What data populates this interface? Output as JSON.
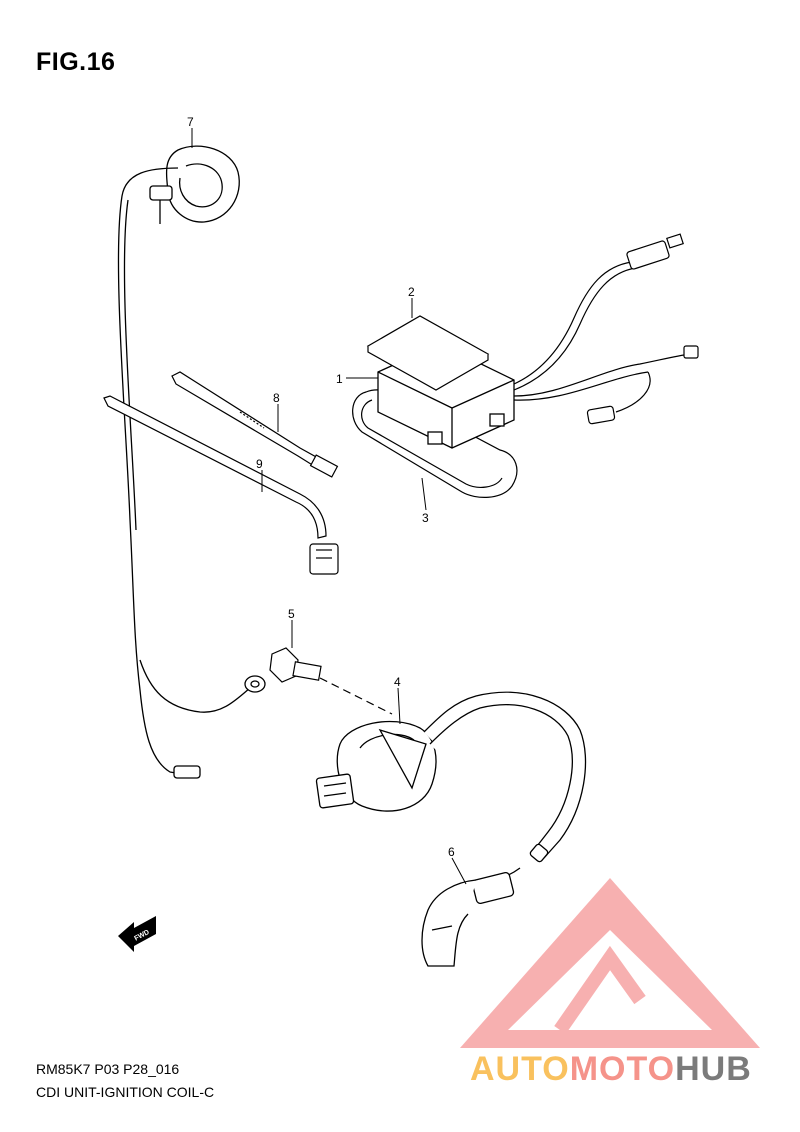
{
  "figure": {
    "title": "FIG.16",
    "code": "RM85K7 P03 P28_016",
    "caption": "CDI UNIT-IGNITION COIL-C"
  },
  "callouts": [
    "1",
    "2",
    "3",
    "4",
    "5",
    "6",
    "7",
    "8",
    "9"
  ],
  "fwd_marker": {
    "text": "FWD"
  },
  "watermark": {
    "segments": [
      "AUTO",
      "MOTO",
      "HUB"
    ],
    "colors": {
      "auto": "#f9c15e",
      "moto": "#f5938a",
      "hub": "#7b7b7b",
      "triangle": "#f28c8c"
    }
  }
}
